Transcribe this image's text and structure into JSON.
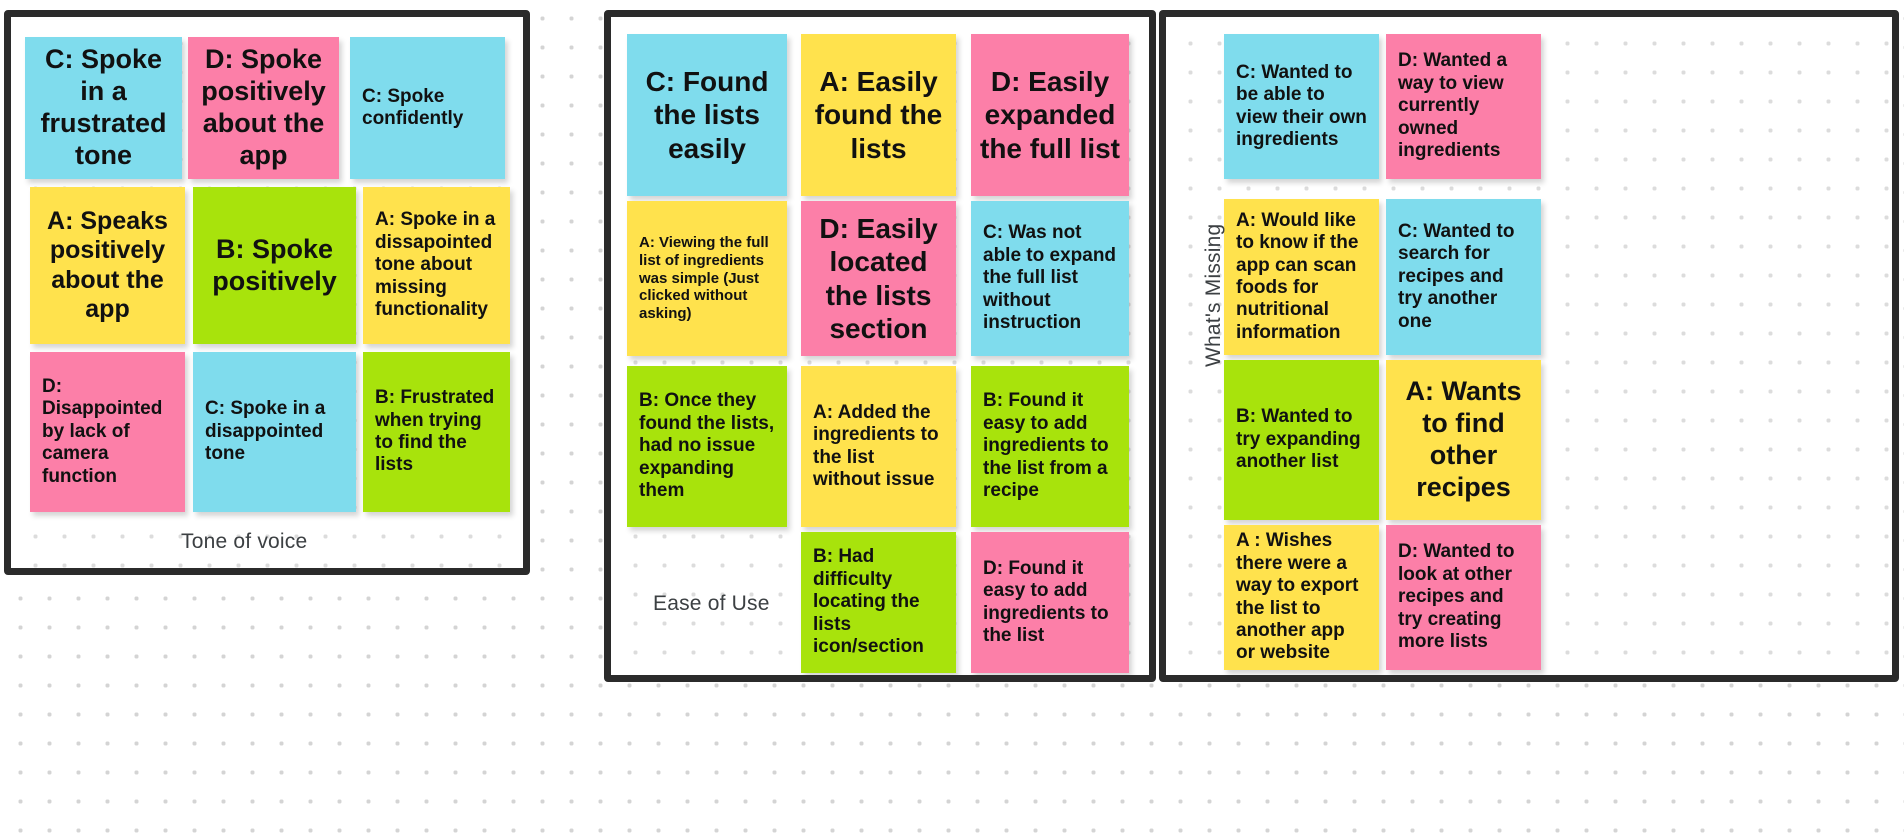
{
  "board": {
    "background_color": "#ffffff",
    "dot_color": "#d4d4d4"
  },
  "palette": {
    "blue": "#7fdced",
    "pink": "#fc7fa8",
    "yellow": "#ffe24d",
    "green": "#a8e30c",
    "frame_border": "#2b2b2b",
    "note_text": "#111111",
    "label_text": "#3c4043"
  },
  "frames": [
    {
      "id": "tone-of-voice",
      "label": "Tone of voice",
      "label_orientation": "horizontal",
      "notes": [
        {
          "id": "n1",
          "color": "blue",
          "text": "C: Spoke in a frustrated tone",
          "align": "center",
          "font_size": 27
        },
        {
          "id": "n2",
          "color": "pink",
          "text": "D: Spoke positively about the app",
          "align": "center",
          "font_size": 27
        },
        {
          "id": "n3",
          "color": "blue",
          "text": "C: Spoke confidently",
          "align": "left",
          "font_size": 19
        },
        {
          "id": "n4",
          "color": "yellow",
          "text": "A: Speaks positively about the app",
          "align": "center",
          "font_size": 25
        },
        {
          "id": "n5",
          "color": "green",
          "text": "B: Spoke positively",
          "align": "center",
          "font_size": 27
        },
        {
          "id": "n6",
          "color": "yellow",
          "text": "A: Spoke in a dissapointed tone about missing functionality",
          "align": "left",
          "font_size": 19
        },
        {
          "id": "n7",
          "color": "pink",
          "text": "D: Disappointed by lack of camera function",
          "align": "left",
          "font_size": 19
        },
        {
          "id": "n8",
          "color": "blue",
          "text": "C: Spoke in a disappointed tone",
          "align": "left",
          "font_size": 19
        },
        {
          "id": "n9",
          "color": "green",
          "text": "B: Frustrated when trying to find the lists",
          "align": "left",
          "font_size": 19
        }
      ]
    },
    {
      "id": "ease-of-use",
      "label": "Ease of Use",
      "label_orientation": "horizontal",
      "notes": [
        {
          "id": "m1",
          "color": "blue",
          "text": "C: Found the lists easily",
          "align": "center",
          "font_size": 28
        },
        {
          "id": "m2",
          "color": "yellow",
          "text": "A: Easily found the lists",
          "align": "center",
          "font_size": 28
        },
        {
          "id": "m3",
          "color": "pink",
          "text": "D: Easily expanded the full list",
          "align": "center",
          "font_size": 28
        },
        {
          "id": "m4",
          "color": "yellow",
          "text": "A: Viewing the full list of ingredients was simple (Just clicked without asking)",
          "align": "left",
          "font_size": 15
        },
        {
          "id": "m5",
          "color": "pink",
          "text": "D: Easily located the lists section",
          "align": "center",
          "font_size": 28
        },
        {
          "id": "m6",
          "color": "blue",
          "text": "C: Was not able to expand the full list without instruction",
          "align": "left",
          "font_size": 19
        },
        {
          "id": "m7",
          "color": "green",
          "text": "B: Once they found the lists, had no issue expanding them",
          "align": "left",
          "font_size": 19
        },
        {
          "id": "m8",
          "color": "yellow",
          "text": "A: Added the ingredients to the list without issue",
          "align": "left",
          "font_size": 19
        },
        {
          "id": "m9",
          "color": "green",
          "text": "B: Found it easy to add ingredients to the list from a recipe",
          "align": "left",
          "font_size": 19
        },
        {
          "id": "m10",
          "color": "green",
          "text": "B: Had difficulty locating the lists icon/section",
          "align": "left",
          "font_size": 19
        },
        {
          "id": "m11",
          "color": "pink",
          "text": "D: Found it easy to add ingredients to the list",
          "align": "left",
          "font_size": 19
        }
      ]
    },
    {
      "id": "whats-missing",
      "label": "What's Missing",
      "label_orientation": "vertical",
      "notes": [
        {
          "id": "k1",
          "color": "blue",
          "text": "C: Wanted to be able to view their own ingredients",
          "align": "left",
          "font_size": 19
        },
        {
          "id": "k2",
          "color": "pink",
          "text": "D: Wanted a way to view currently owned ingredients",
          "align": "left",
          "font_size": 19
        },
        {
          "id": "k3",
          "color": "yellow",
          "text": "A: Would like to know if the app can scan foods for nutritional information",
          "align": "left",
          "font_size": 19
        },
        {
          "id": "k4",
          "color": "blue",
          "text": "C: Wanted to search for recipes and try another one",
          "align": "left",
          "font_size": 19
        },
        {
          "id": "k5",
          "color": "green",
          "text": "B: Wanted to try expanding another list",
          "align": "left",
          "font_size": 19
        },
        {
          "id": "k6",
          "color": "yellow",
          "text": "A: Wants to find other recipes",
          "align": "center",
          "font_size": 27
        },
        {
          "id": "k7",
          "color": "yellow",
          "text": "A : Wishes there were a way to export the list to another app or website",
          "align": "left",
          "font_size": 19
        },
        {
          "id": "k8",
          "color": "pink",
          "text": "D: Wanted to look at other recipes and try creating more lists",
          "align": "left",
          "font_size": 19
        }
      ]
    }
  ]
}
